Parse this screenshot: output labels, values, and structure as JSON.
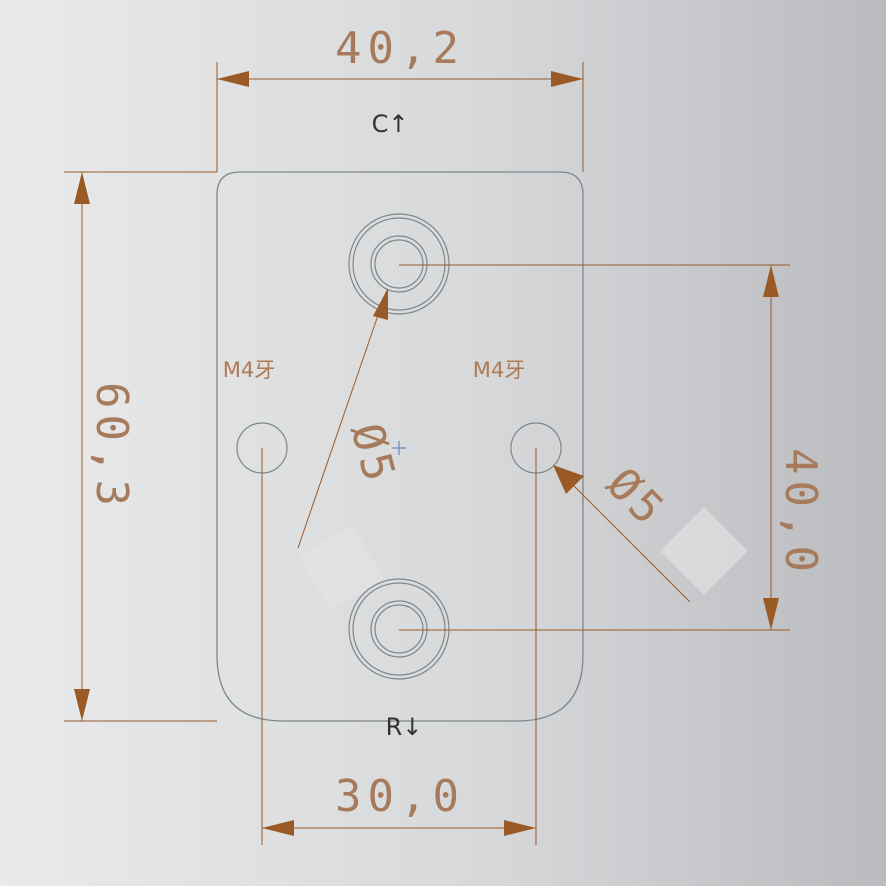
{
  "colors": {
    "background_light": "#e9eaeb",
    "background_dark": "#b9bbbe",
    "dimension": "#9a5a26",
    "dimension_text": "#a67a5a",
    "outline": "#7f8689",
    "label": "#333333",
    "note": "#b07a52"
  },
  "dimensions": {
    "top_width": "40,2",
    "left_height": "60,3",
    "right_spacing": "40,0",
    "bottom_spacing": "30,0",
    "center_hole_dia": "Ø5",
    "right_hole_dia": "Ø5"
  },
  "notes": {
    "left_thread": "M4牙",
    "right_thread": "M4牙"
  },
  "labels": {
    "top_marker": "C↑",
    "bottom_marker": "R↓"
  }
}
